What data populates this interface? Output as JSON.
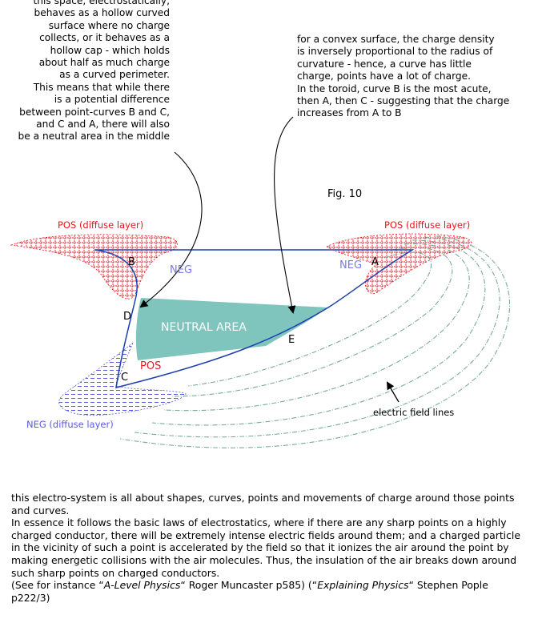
{
  "notes": {
    "left": [
      "this space, electrostatically,",
      "behaves as a hollow curved",
      "surface where no charge",
      "collects, or it behaves as a",
      "hollow cap - which holds",
      "about half as much charge",
      "as a curved perimeter.",
      "This means that while there",
      "is a potential difference",
      "between point-curves B and C,",
      "and C and A, there will also",
      "be a neutral area in the middle"
    ],
    "right": [
      "for a convex surface, the charge density",
      "is inversely proportional to the radius of",
      "curvature - hence, a curve has little",
      "charge, points have a lot of charge.",
      "In the toroid, curve B is the most acute,",
      "then A, then C - suggesting that the charge",
      "increases from A to B"
    ]
  },
  "figure": {
    "title": "Fig. 10",
    "pos_diffuse_left": "POS (diffuse layer)",
    "pos_diffuse_right": "POS (diffuse layer)",
    "neg_diffuse": "NEG (diffuse layer)",
    "neg_left": "NEG",
    "neg_right": "NEG",
    "pos_center": "POS",
    "neutral_area": "NEUTRAL AREA",
    "point_a": "A",
    "point_b": "B",
    "point_c": "C",
    "point_d": "D",
    "point_e": "E",
    "field_lines_label": "electric field lines"
  },
  "body": {
    "p1": "this electro-system is all about shapes, curves, points and movements of charge around those points and curves.",
    "p2": "In essence it follows the basic laws of electrostatics, where if there are any sharp points on a highly charged conductor, there will be extremely intense electric fields around them; and a charged particle in the vicinity of such a point is accelerated by the field so that it ionizes the air around the point by making energetic collisions with the air molecules. Thus, the insulation of the air breaks down around such sharp points on charged conductors.",
    "ref_prefix": "(See for instance “",
    "ref_book1": "A-Level Physics",
    "ref_mid1": "“ Roger Muncaster p585) (“",
    "ref_book2": "Explaining Physics",
    "ref_mid2": "“  Stephen Pople p222/3)"
  },
  "colors": {
    "pos": "#e8141e",
    "neg": "#5a5ae0",
    "outline": "#1c3fb0",
    "neutral": "#7fc4bd",
    "field": "#7aaa98"
  }
}
